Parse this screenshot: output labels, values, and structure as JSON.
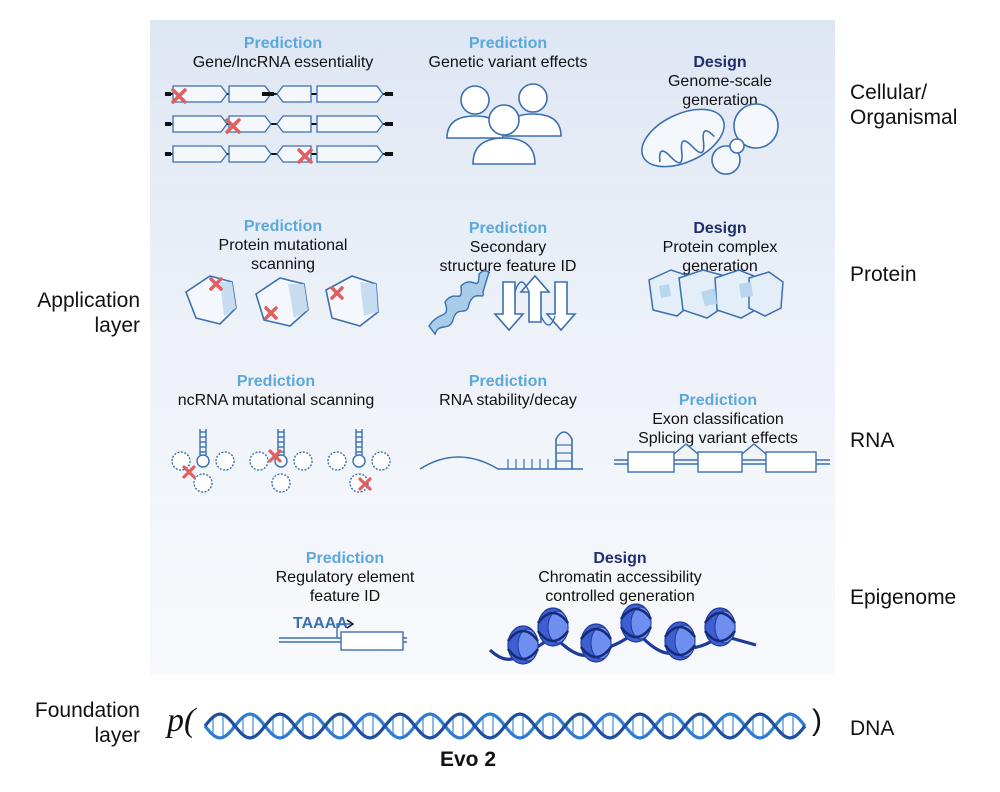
{
  "layers": {
    "application": "Application\nlayer",
    "foundation": "Foundation\nlayer"
  },
  "rows": {
    "cellular": {
      "side": "Cellular/\nOrganismal",
      "items": [
        {
          "kind": "Prediction",
          "text": "Gene/lncRNA essentiality"
        },
        {
          "kind": "Prediction",
          "text": "Genetic variant effects"
        },
        {
          "kind": "Design",
          "text": "Genome-scale\ngeneration"
        }
      ]
    },
    "protein": {
      "side": "Protein",
      "items": [
        {
          "kind": "Prediction",
          "text": "Protein mutational\nscanning"
        },
        {
          "kind": "Prediction",
          "text": "Secondary\nstructure feature ID"
        },
        {
          "kind": "Design",
          "text": "Protein complex\ngeneration"
        }
      ]
    },
    "rna": {
      "side": "RNA",
      "items": [
        {
          "kind": "Prediction",
          "text": "ncRNA mutational scanning"
        },
        {
          "kind": "Prediction",
          "text": "RNA stability/decay"
        },
        {
          "kind": "Prediction",
          "text": "Exon classification\nSplicing variant effects"
        }
      ]
    },
    "epigenome": {
      "side": "Epigenome",
      "items": [
        {
          "kind": "Prediction",
          "text": "Regulatory element\nfeature ID"
        },
        {
          "kind": "Design",
          "text": "Chromatin accessibility\ncontrolled generation"
        }
      ]
    },
    "dna": {
      "side": "DNA",
      "prefix": "p(",
      "suffix": ")",
      "model": "Evo 2"
    }
  },
  "motif_letters": "TAAAA",
  "colors": {
    "prediction": "#5aa8dc",
    "design": "#1f2f6e",
    "illustration_line": "#3a6fb0",
    "illustration_fill": "#e8f1fb",
    "mutation_mark": "#e06060",
    "dna_helix": "#2f7cd1"
  }
}
